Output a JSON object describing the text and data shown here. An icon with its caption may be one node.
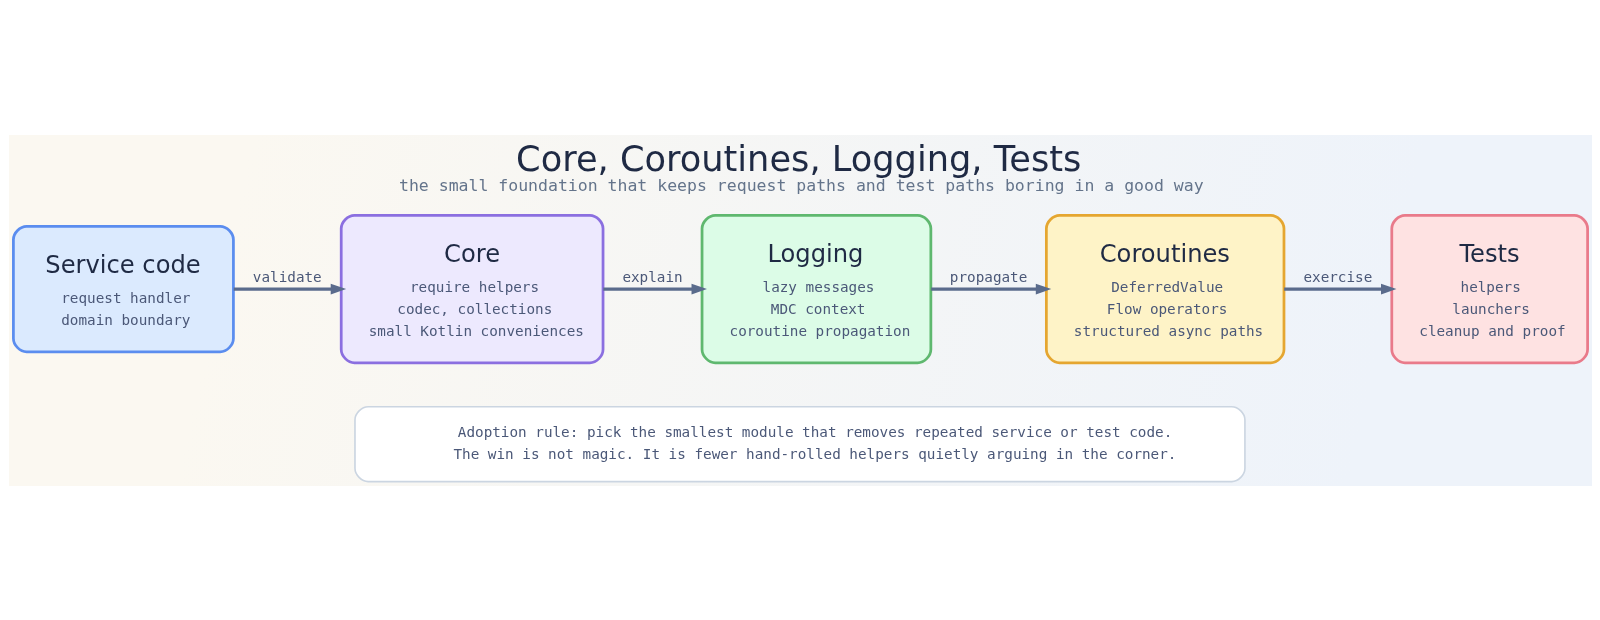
{
  "diagram": {
    "title": "Core, Coroutines, Logging, Tests",
    "caption": "the small foundation that keeps request paths and test paths boring in a good way",
    "nodes": [
      {
        "text": [
          "Service code",
          "request handler",
          "domain boundary"
        ]
      },
      {
        "text": [
          "Core",
          "require helpers",
          "codec, collections",
          "small Kotlin conveniences"
        ]
      },
      {
        "text": [
          "Logging",
          "lazy messages",
          "MDC context",
          "coroutine propagation"
        ]
      },
      {
        "text": [
          "Coroutines",
          "DeferredValue",
          "Flow operators",
          "structured async paths"
        ]
      },
      {
        "text": [
          "Tests",
          "helpers",
          "launchers",
          "cleanup and proof"
        ]
      },
      {
        "text": [
          "Adoption rule: pick the smallest module that removes repeated service or test code.",
          "The win is not magic. It is fewer hand-rolled helpers quietly arguing in the corner."
        ]
      }
    ],
    "edges": [
      {
        "from": 0,
        "to": 1,
        "arrow": "to",
        "label": "validate"
      },
      {
        "from": 1,
        "to": 2,
        "arrow": "to",
        "label": "explain"
      },
      {
        "from": 2,
        "to": 3,
        "arrow": "to",
        "label": "propagate"
      },
      {
        "from": 3,
        "to": 4,
        "arrow": "to",
        "label": "exercise"
      }
    ]
  }
}
